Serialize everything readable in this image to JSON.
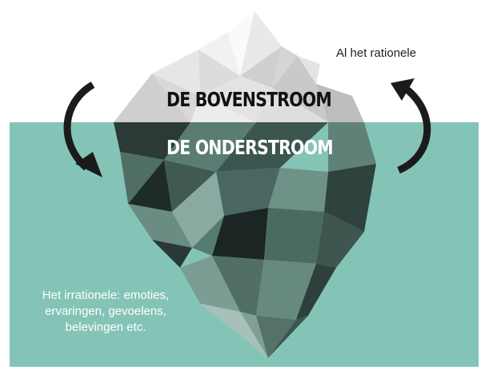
{
  "diagram": {
    "above_title": "DE BOVENSTROOM",
    "below_title": "DE ONDERSTROOM",
    "above_note": "Al het rationele",
    "below_note_lines": [
      "Het irrationele: emoties,",
      "ervaringen, gevoelens,",
      "belevingen etc."
    ]
  },
  "colors": {
    "water": "#84c4b6",
    "ice_light": "#e2e2e2",
    "ice_dark": "#3f5a52",
    "heading_above": "#111111",
    "heading_below": "#ffffff",
    "arrow": "#1b1b1b"
  }
}
